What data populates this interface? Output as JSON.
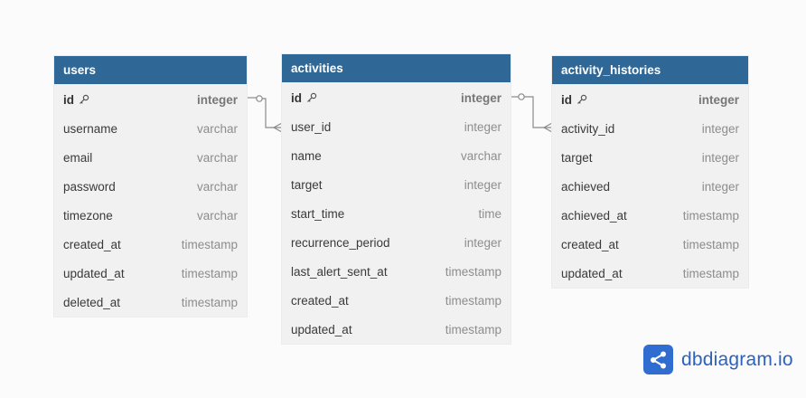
{
  "colors": {
    "header_bg": "#2f6796",
    "table_bg": "#f1f1f1",
    "connector": "#8a8a8a",
    "brand": "#2f6dd0"
  },
  "tables": [
    {
      "name": "users",
      "columns": [
        {
          "name": "id",
          "type": "integer",
          "pk": true
        },
        {
          "name": "username",
          "type": "varchar"
        },
        {
          "name": "email",
          "type": "varchar"
        },
        {
          "name": "password",
          "type": "varchar"
        },
        {
          "name": "timezone",
          "type": "varchar"
        },
        {
          "name": "created_at",
          "type": "timestamp"
        },
        {
          "name": "updated_at",
          "type": "timestamp"
        },
        {
          "name": "deleted_at",
          "type": "timestamp"
        }
      ]
    },
    {
      "name": "activities",
      "columns": [
        {
          "name": "id",
          "type": "integer",
          "pk": true
        },
        {
          "name": "user_id",
          "type": "integer"
        },
        {
          "name": "name",
          "type": "varchar"
        },
        {
          "name": "target",
          "type": "integer"
        },
        {
          "name": "start_time",
          "type": "time"
        },
        {
          "name": "recurrence_period",
          "type": "integer"
        },
        {
          "name": "last_alert_sent_at",
          "type": "timestamp"
        },
        {
          "name": "created_at",
          "type": "timestamp"
        },
        {
          "name": "updated_at",
          "type": "timestamp"
        }
      ]
    },
    {
      "name": "activity_histories",
      "columns": [
        {
          "name": "id",
          "type": "integer",
          "pk": true
        },
        {
          "name": "activity_id",
          "type": "integer"
        },
        {
          "name": "target",
          "type": "integer"
        },
        {
          "name": "achieved",
          "type": "integer"
        },
        {
          "name": "achieved_at",
          "type": "timestamp"
        },
        {
          "name": "created_at",
          "type": "timestamp"
        },
        {
          "name": "updated_at",
          "type": "timestamp"
        }
      ]
    }
  ],
  "relationships": [
    {
      "from": "users.id",
      "to": "activities.user_id",
      "type": "one-to-many"
    },
    {
      "from": "activities.id",
      "to": "activity_histories.activity_id",
      "type": "one-to-many"
    }
  ],
  "brand": {
    "text": "dbdiagram.io",
    "icon": "share-nodes-icon"
  }
}
